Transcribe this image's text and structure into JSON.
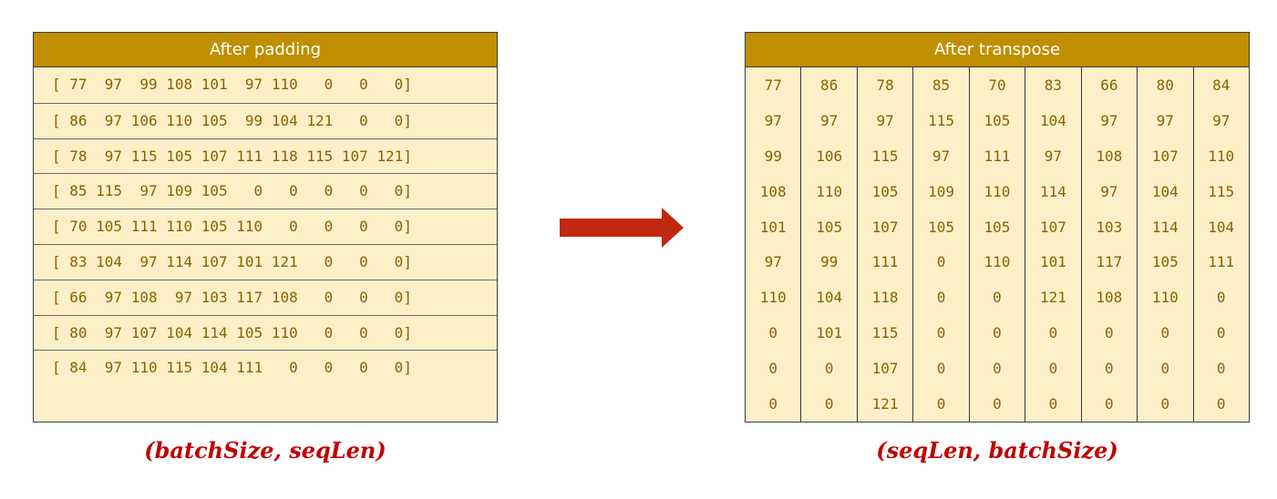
{
  "left_panel": {
    "title": "After padding",
    "rows": [
      "[ 77  97  99 108 101  97 110   0   0   0]",
      "[ 86  97 106 110 105  99 104 121   0   0]",
      "[ 78  97 115 105 107 111 118 115 107 121]",
      "[ 85 115  97 109 105   0   0   0   0   0]",
      "[ 70 105 111 110 105 110   0   0   0   0]",
      "[ 83 104  97 114 107 101 121   0   0   0]",
      "[ 66  97 108  97 103 117 108   0   0   0]",
      "[ 80  97 107 104 114 105 110   0   0   0]",
      "[ 84  97 110 115 104 111   0   0   0   0]"
    ],
    "caption": "(batchSize, seqLen)"
  },
  "right_panel": {
    "title": "After transpose",
    "rows": [
      [
        "77",
        "86",
        "78",
        "85",
        "70",
        "83",
        "66",
        "80",
        "84"
      ],
      [
        "97",
        "97",
        "97",
        "115",
        "105",
        "104",
        "97",
        "97",
        "97"
      ],
      [
        "99",
        "106",
        "115",
        "97",
        "111",
        "97",
        "108",
        "107",
        "110"
      ],
      [
        "108",
        "110",
        "105",
        "109",
        "110",
        "114",
        "97",
        "104",
        "115"
      ],
      [
        "101",
        "105",
        "107",
        "105",
        "105",
        "107",
        "103",
        "114",
        "104"
      ],
      [
        "97",
        "99",
        "111",
        "0",
        "110",
        "101",
        "117",
        "105",
        "111"
      ],
      [
        "110",
        "104",
        "118",
        "0",
        "0",
        "121",
        "108",
        "110",
        "0"
      ],
      [
        "0",
        "101",
        "115",
        "0",
        "0",
        "0",
        "0",
        "0",
        "0"
      ],
      [
        "0",
        "0",
        "107",
        "0",
        "0",
        "0",
        "0",
        "0",
        "0"
      ],
      [
        "0",
        "0",
        "121",
        "0",
        "0",
        "0",
        "0",
        "0",
        "0"
      ]
    ],
    "caption": "(seqLen, batchSize)"
  },
  "colors": {
    "header_bg": "#bf8f00",
    "panel_bg": "#fdefc8",
    "cell_text": "#8a6200",
    "arrow": "#c0280f",
    "caption": "#c00000"
  },
  "icons": {
    "arrow": "right-arrow-icon"
  }
}
